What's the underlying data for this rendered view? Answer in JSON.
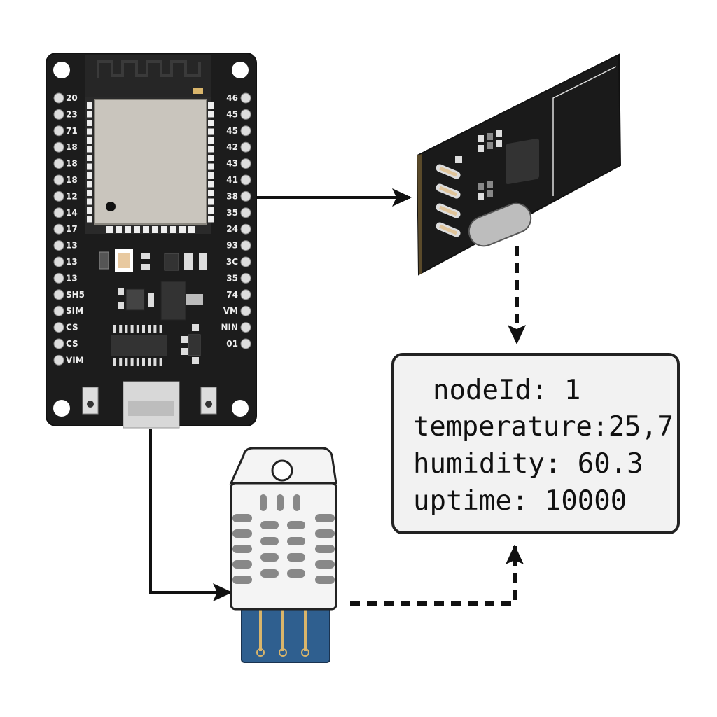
{
  "esp32_board": {
    "left_pins": [
      "20",
      "23",
      "71",
      "18",
      "18",
      "18",
      "12",
      "14",
      "17",
      "13",
      "13",
      "13",
      "SH5",
      "SIM",
      "CS",
      "CS",
      "VIM"
    ],
    "right_pins": [
      "46",
      "45",
      "45",
      "42",
      "43",
      "41",
      "38",
      "35",
      "24",
      "93",
      "3C",
      "35",
      "74",
      "VM",
      "NIN",
      "01"
    ],
    "board_color": "#1c1c1c",
    "module_color": "#c9c5bd"
  },
  "radio_module": {
    "board_color": "#1a1a1a"
  },
  "dht_sensor": {
    "body_color": "#f4f4f4",
    "base_color": "#2f5f8f"
  },
  "data_box": {
    "lines": [
      "nodeId: 1",
      "temperature:25,7",
      "humidity: 60.3",
      "uptime: 10000"
    ]
  }
}
